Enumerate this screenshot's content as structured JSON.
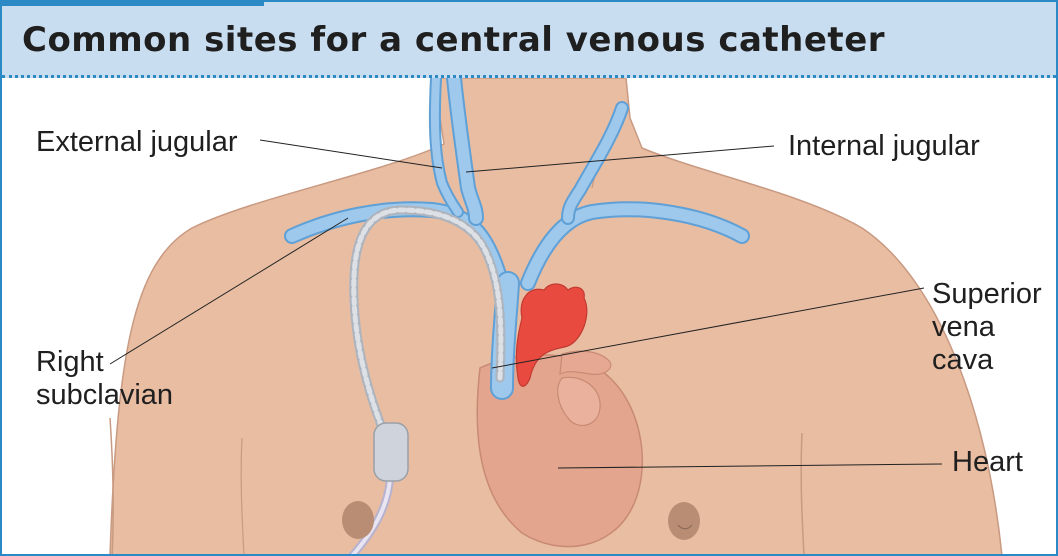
{
  "header": {
    "title": "Common sites for a central venous catheter",
    "accent": "#2b8ac6",
    "band_color": "#c9ddf1"
  },
  "colors": {
    "skin": "#e8bda2",
    "skin_outline": "#c99a82",
    "vein": "#9ec8ec",
    "vein_outline": "#5fa0d6",
    "aorta": "#e94a3f",
    "heart": "#e3a58e",
    "catheter": "#cfd4dc",
    "nipple": "#b98d74"
  },
  "labels": {
    "external_jugular": "External jugular",
    "internal_jugular": "Internal jugular",
    "right_subclavian": [
      "Right",
      "subclavian"
    ],
    "superior_vena_cava": [
      "Superior",
      "vena",
      "cava"
    ],
    "heart": "Heart"
  }
}
